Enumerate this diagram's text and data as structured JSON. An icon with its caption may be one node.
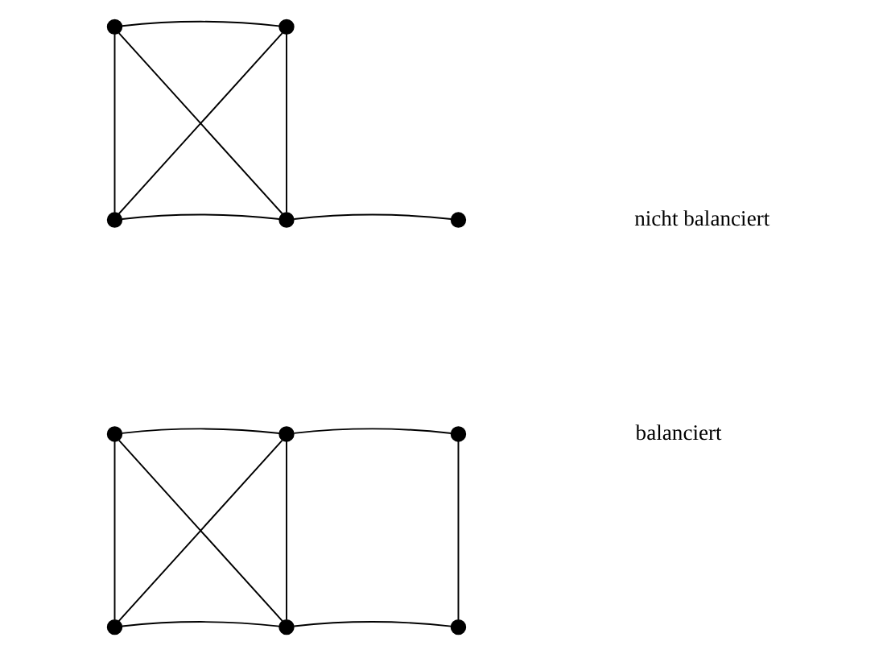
{
  "diagram": {
    "nodes": [
      {
        "text": [],
        "shape": "circle"
      },
      {
        "text": [],
        "shape": "circle"
      },
      {
        "text": [],
        "shape": "circle"
      },
      {
        "text": [],
        "shape": "circle"
      },
      {
        "text": [],
        "shape": "circle"
      },
      {
        "text": [],
        "shape": "circle"
      },
      {
        "text": [],
        "shape": "circle"
      },
      {
        "text": [],
        "shape": "circle"
      },
      {
        "text": [],
        "shape": "circle"
      },
      {
        "text": [],
        "shape": "circle"
      },
      {
        "text": [],
        "shape": "circle"
      }
    ],
    "edges": [
      {
        "from": 0,
        "to": 1,
        "arrow": "none"
      },
      {
        "from": 0,
        "to": 2,
        "arrow": "none"
      },
      {
        "from": 1,
        "to": 3,
        "arrow": "none"
      },
      {
        "from": 2,
        "to": 3,
        "arrow": "none"
      },
      {
        "from": 0,
        "to": 3,
        "arrow": "none"
      },
      {
        "from": 1,
        "to": 2,
        "arrow": "none"
      },
      {
        "from": 3,
        "to": 4,
        "arrow": "none"
      },
      {
        "from": 5,
        "to": 6,
        "arrow": "none"
      },
      {
        "from": 6,
        "to": 7,
        "arrow": "none"
      },
      {
        "from": 5,
        "to": 8,
        "arrow": "none"
      },
      {
        "from": 6,
        "to": 9,
        "arrow": "none"
      },
      {
        "from": 7,
        "to": 10,
        "arrow": "none"
      },
      {
        "from": 8,
        "to": 9,
        "arrow": "none"
      },
      {
        "from": 9,
        "to": 10,
        "arrow": "none"
      },
      {
        "from": 5,
        "to": 9,
        "arrow": "none"
      },
      {
        "from": 6,
        "to": 8,
        "arrow": "none"
      }
    ],
    "labels": [
      "nicht balanciert",
      "balanciert"
    ]
  }
}
